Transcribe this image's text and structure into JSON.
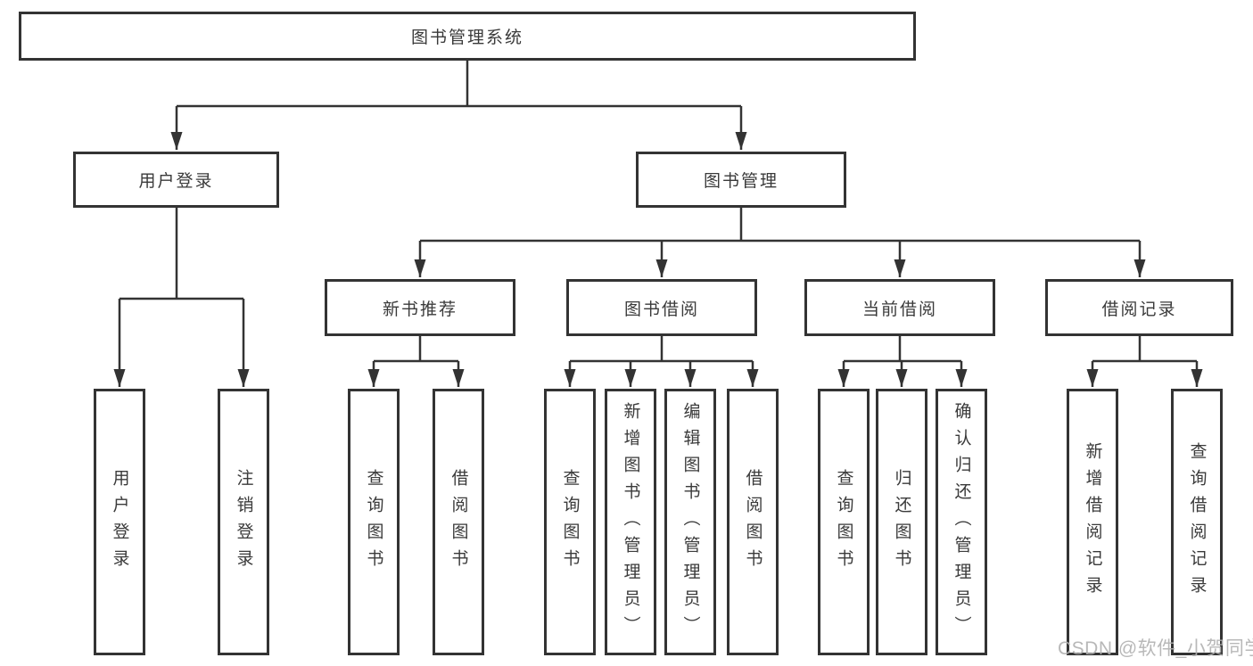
{
  "diagram_type": "functional-structure-tree",
  "tree": {
    "root": {
      "label": "图书管理系统"
    },
    "branches": [
      {
        "label": "用户登录",
        "children": [
          {
            "label": "用户登录"
          },
          {
            "label": "注销登录"
          }
        ]
      },
      {
        "label": "图书管理",
        "children": [
          {
            "label": "新书推荐",
            "children": [
              {
                "label": "查询图书"
              },
              {
                "label": "借阅图书"
              }
            ]
          },
          {
            "label": "图书借阅",
            "children": [
              {
                "label": "查询图书"
              },
              {
                "label": "新增图书（管理员）"
              },
              {
                "label": "编辑图书（管理员）"
              },
              {
                "label": "借阅图书"
              }
            ]
          },
          {
            "label": "当前借阅",
            "children": [
              {
                "label": "查询图书"
              },
              {
                "label": "归还图书"
              },
              {
                "label": "确认归还（管理员）"
              }
            ]
          },
          {
            "label": "借阅记录",
            "children": [
              {
                "label": "新增借阅记录"
              },
              {
                "label": "查询借阅记录"
              }
            ]
          }
        ]
      }
    ]
  },
  "watermark": {
    "text": "CSDN @软件_小贺同学"
  },
  "colors": {
    "line": "#333333",
    "box_border": "#333333",
    "text": "#3a3a3a",
    "watermark": "#b0b0b0",
    "background": "#ffffff"
  }
}
